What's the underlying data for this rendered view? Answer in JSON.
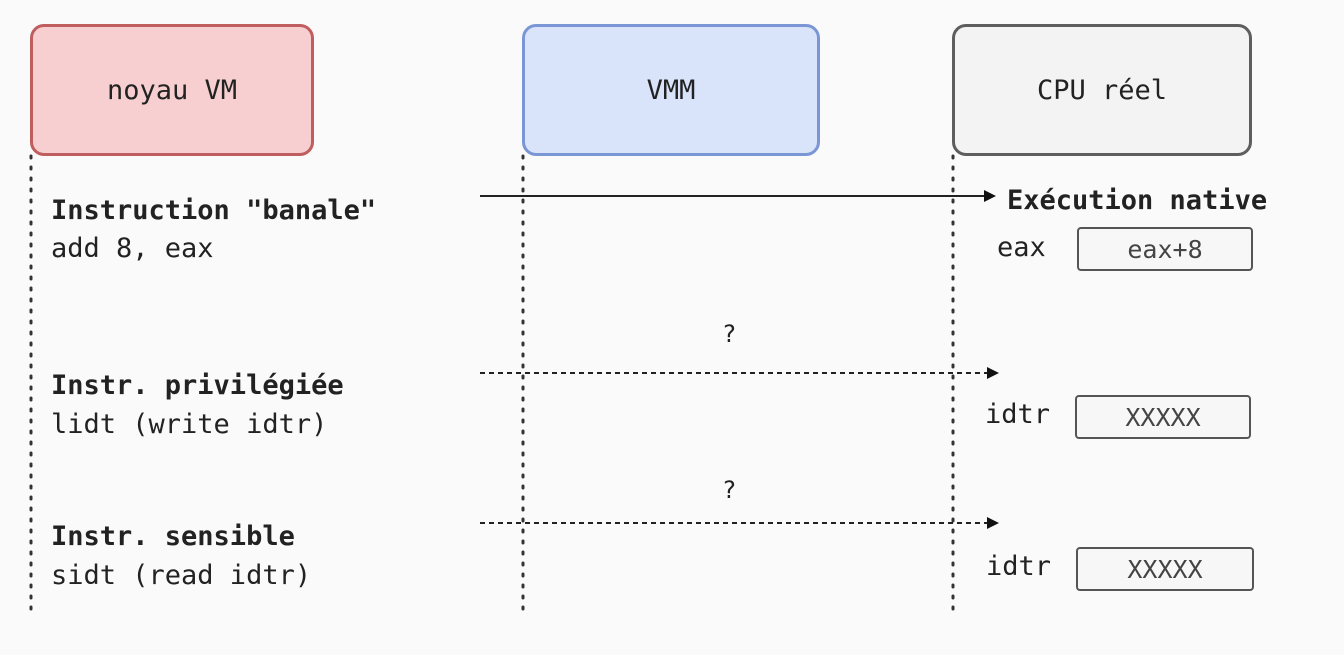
{
  "actors": {
    "kernel": "noyau VM",
    "vmm": "VMM",
    "cpu": "CPU réel"
  },
  "rows": [
    {
      "title": "Instruction \"banale\"",
      "code": "add 8, eax",
      "arrow_style": "solid",
      "arrow_label": "",
      "result_label": "Exécution native",
      "register": "eax",
      "register_value": "eax+8"
    },
    {
      "title": "Instr. privilégiée",
      "code": "lidt (write idtr)",
      "arrow_style": "dashed",
      "arrow_label": "?",
      "register": "idtr",
      "register_value": "XXXXX"
    },
    {
      "title": "Instr. sensible",
      "code": "sidt (read idtr)",
      "arrow_style": "dashed",
      "arrow_label": "?",
      "register": "idtr",
      "register_value": "XXXXX"
    }
  ],
  "colors": {
    "kernel_fill": "#f7cfd0",
    "kernel_border": "#bf5d5f",
    "vmm_fill": "#d9e4fb",
    "vmm_border": "#7b96d4",
    "cpu_fill": "#f3f3f3",
    "cpu_border": "#5e5e5e"
  }
}
